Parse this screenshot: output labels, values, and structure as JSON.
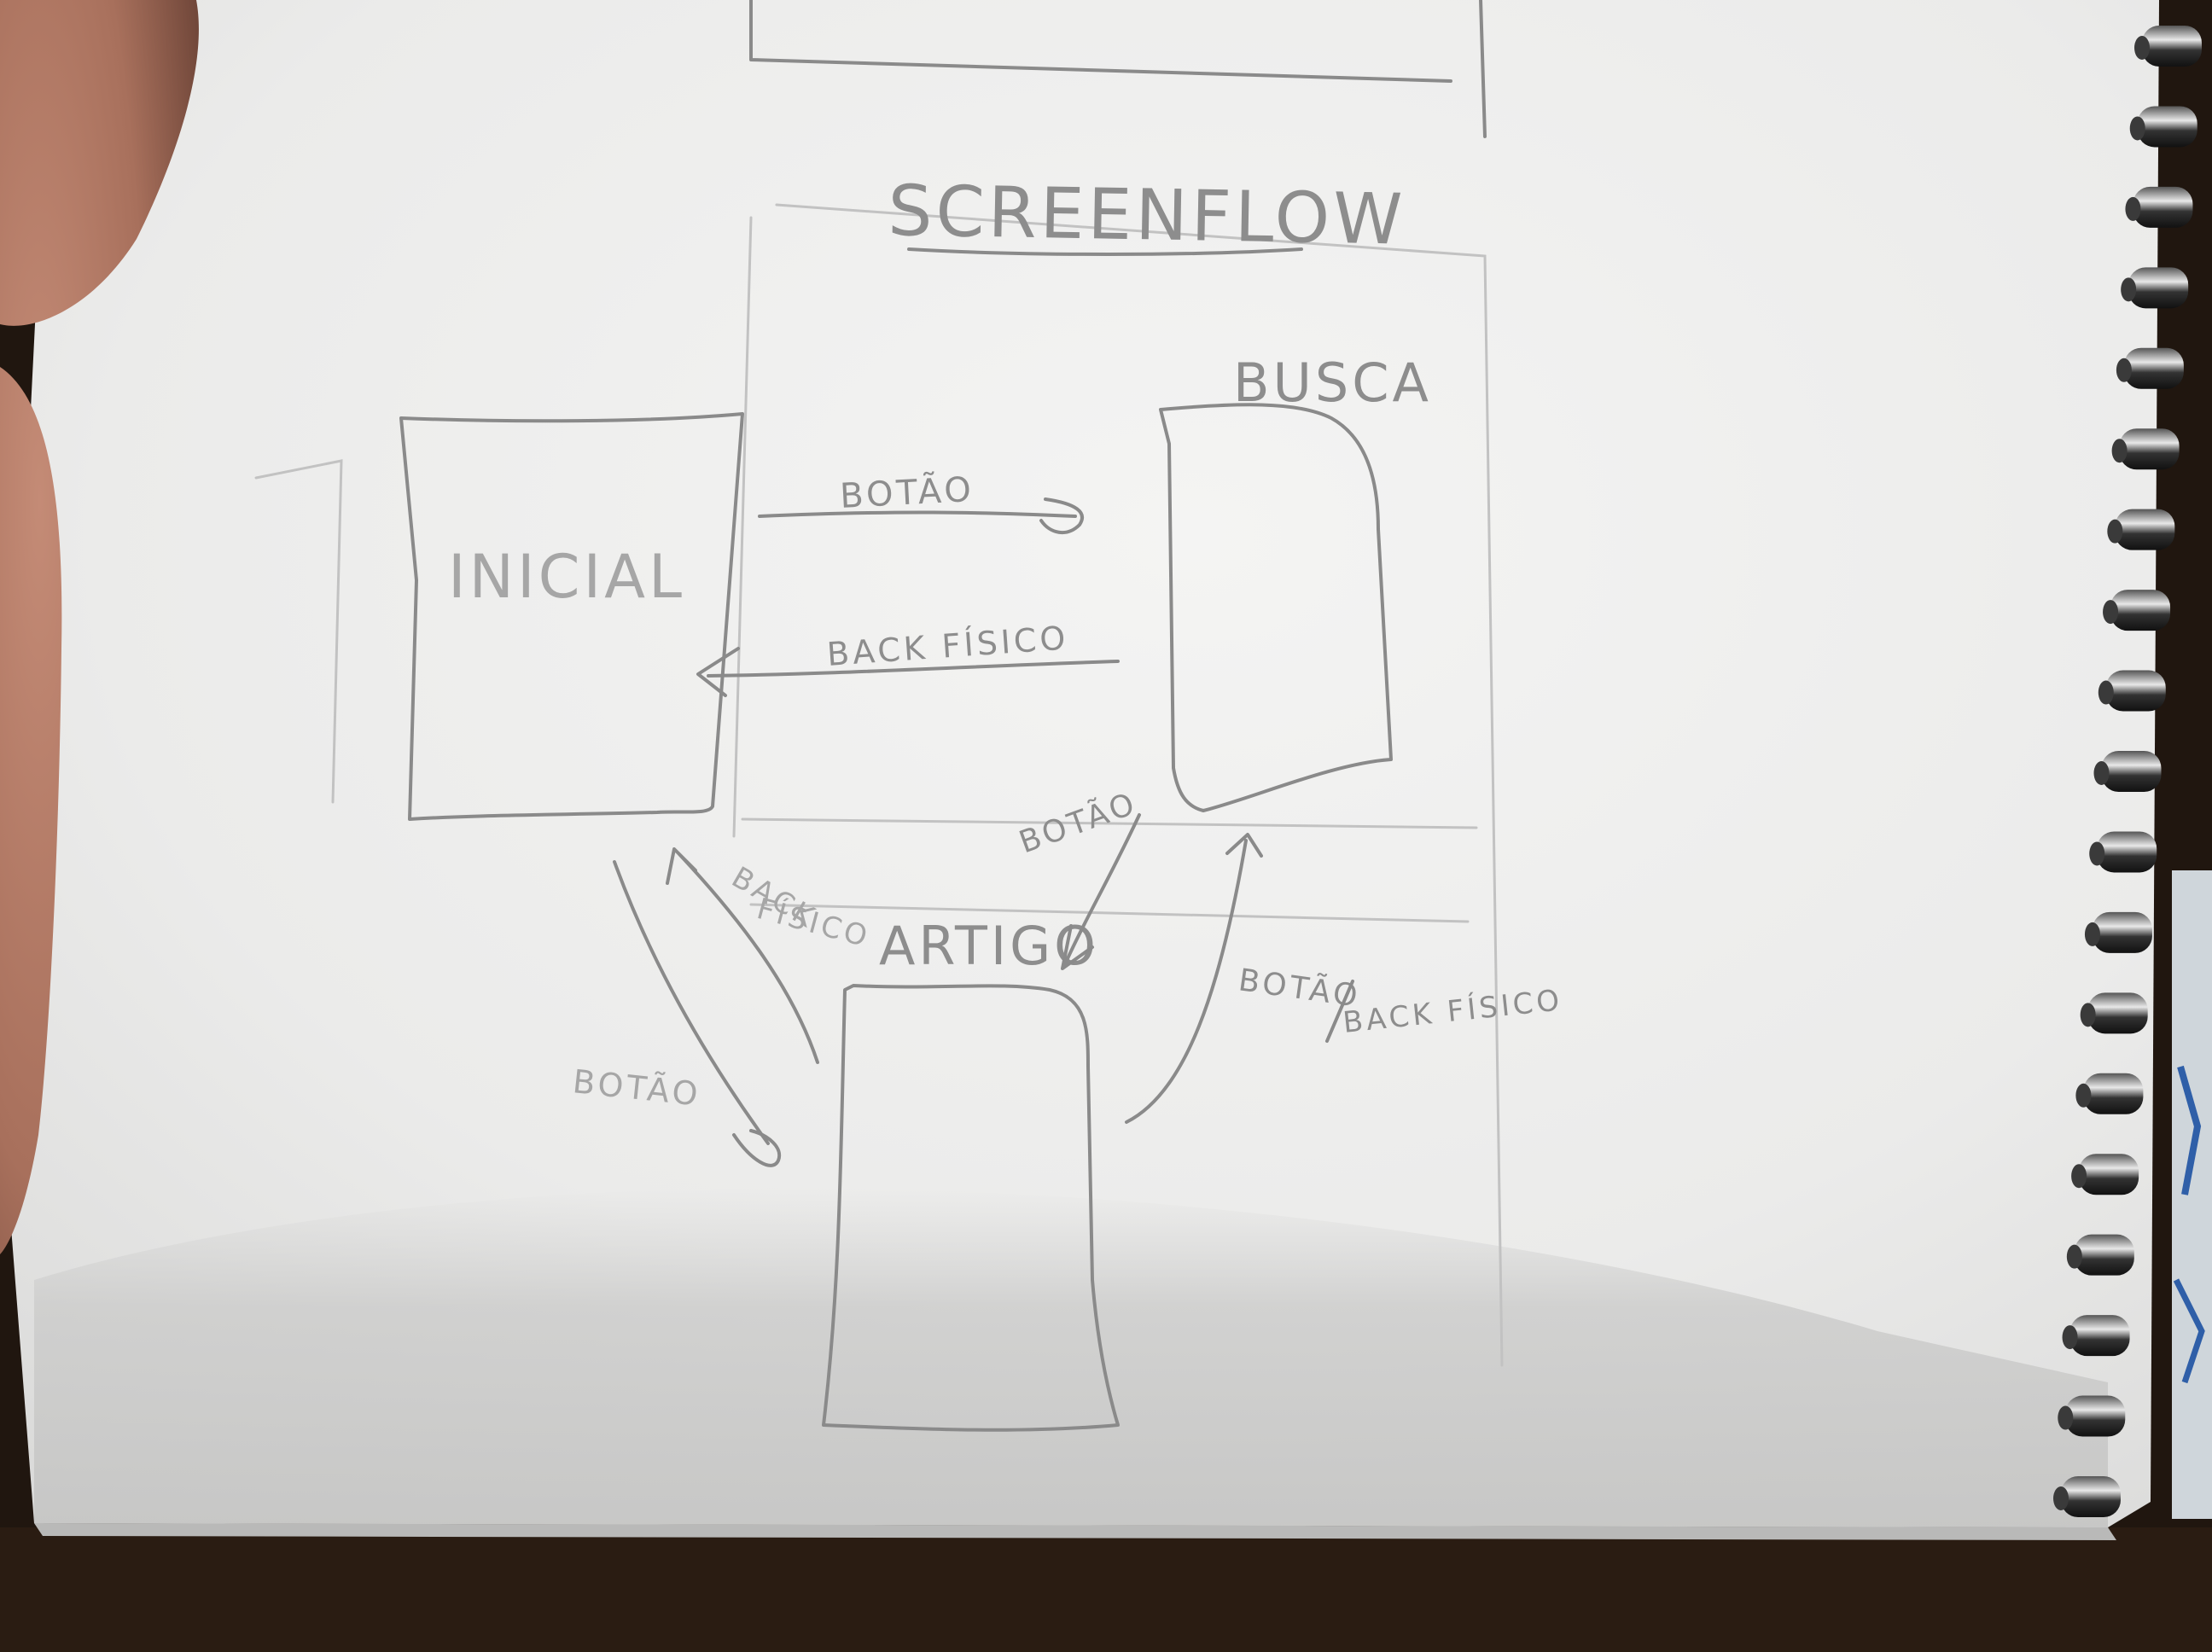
{
  "sketch": {
    "title": "SCREENFLOW",
    "screens": {
      "inicial": "INICIAL",
      "busca": "BUSCA",
      "artigo": "ARTIGO"
    },
    "arrows": {
      "inicial_to_busca": "BOTÃO",
      "busca_to_inicial": "BACK FÍSICO",
      "inicial_to_artigo": "BOTÃO",
      "artigo_to_inicial": [
        "BACK",
        "FÍSICO"
      ],
      "busca_to_artigo": "BOTÃO",
      "artigo_to_busca": [
        "BOTÃO",
        "BACK FÍSICO"
      ]
    }
  },
  "colors": {
    "paper": "#efefee",
    "pencil": "#8a8a8a",
    "shadow": "#cfcfcf",
    "spiral": "#222222",
    "finger": "#b07a66"
  }
}
